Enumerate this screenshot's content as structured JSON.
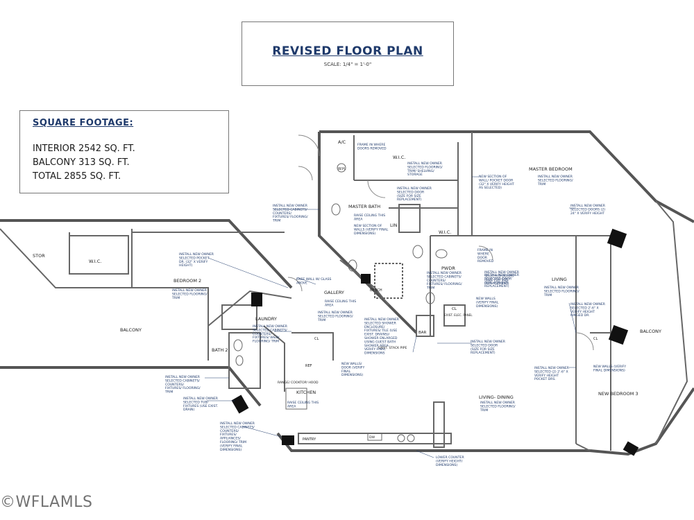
{
  "title": {
    "heading": "REVISED FLOOR PLAN",
    "scale": "SCALE: 1/4\" = 1'-0\""
  },
  "square_footage": {
    "heading": "SQUARE FOOTAGE:",
    "interior": "INTERIOR 2542 SQ. FT.",
    "balcony": "BALCONY 313 SQ. FT.",
    "total": "TOTAL 2855 SQ. FT."
  },
  "rooms": {
    "ac": "A/C",
    "wh": "W.H.",
    "wic_top": "W.I.C.",
    "master_bedroom": "MASTER BEDROOM",
    "master_bath": "MASTER BATH",
    "lin": "LIN",
    "wic_mid": "W.I.C.",
    "stor": "STOR",
    "wic_left": "W.I.C.",
    "bedroom2": "BEDROOM 2",
    "balcony_left": "BALCONY",
    "laundry": "LAUNDRY",
    "gallery": "GALLERY",
    "bench": "BENCH",
    "pwdr": "PWDR",
    "bar": "BAR",
    "cl_mid": "CL",
    "bath2": "BATH 2",
    "kitchen": "KITCHEN",
    "ref": "REF",
    "range": "RANGE/ COOKTOP/ HOOD",
    "pantry": "PANTRY",
    "dw": "DW",
    "living": "LIVING",
    "living_dining": "LIVING- DINING",
    "balcony_right": "BALCONY",
    "new_bedroom3": "NEW BEDROOM 3",
    "cl_right": "CL",
    "cl_left": "CL",
    "exist_elec_panel": "EXIST. ELEC. PANEL",
    "exist_stack_pipe": "EXIST. STACK PIPE"
  },
  "notes": {
    "n1": [
      "FRAME IN WHERE",
      "DOORS REMOVED"
    ],
    "n2": [
      "INSTALL NEW OWNER",
      "SELECTED FLOORING/",
      "TRIM/ SHELVING/",
      "STORAGE"
    ],
    "n3": [
      "NEW SECTION OF",
      "WALL/ POCKET DOOR",
      "(32\" X VERIFY HEIGHT",
      "AS SELECTED)"
    ],
    "n4": [
      "INSTALL NEW OWNER",
      "SELECTED FLOORING/",
      "TRIM"
    ],
    "n5": [
      "INSTALL NEW OWNER",
      "SELECTED DOOR",
      "(SIZE FOR SIZE",
      "REPLACEMENT)"
    ],
    "n6": [
      "INSTALL NEW OWNER",
      "SELECTED CABINETS/",
      "COUNTERS/",
      "FIXTURES/ FLOORING/",
      "TRIM"
    ],
    "n7": [
      "RAISE CEILING THIS",
      "AREA"
    ],
    "n8": [
      "NEW SECTION OF",
      "WALLS (VERIFY FINAL",
      "DIMENSIONS)"
    ],
    "n9": [
      "INSTALL NEW OWNER",
      "SELECTED DOORS (2)",
      "24\" X VERIFY HEIGHT"
    ],
    "n10": [
      "FRAME IN",
      "WHERE",
      "DOOR",
      "REMOVED"
    ],
    "n11": [
      "INSTALL NEW OWNER",
      "SELECTED DOORS",
      "(SIZE FOR SIZE",
      "REPLACEMENT)"
    ],
    "n12": [
      "INSTALL NEW OWNER",
      "SELECTED FLOORING/",
      "TRIM"
    ],
    "n13": [
      "INSTALL NEW OWNER",
      "SELECTED POCKET",
      "DR. (32\" X VERIFY",
      "HEIGHT)"
    ],
    "n14": [
      "KNEE WALL W/ GLASS",
      "ABOVE"
    ],
    "n15": [
      "INSTALL NEW OWNER",
      "SELECTED CABINETS/",
      "COUNTERS/",
      "FIXTURES/ FLOORING/",
      "TRIM"
    ],
    "n16": [
      "INSTALL NEW OWNER",
      "SELECTED DOOR",
      "(SIZE FOR SIZE",
      "REPLACEMENT)"
    ],
    "n17": [
      "NEW WALLS",
      "(VERIFY FINAL",
      "DIMENSIONS)"
    ],
    "n18": [
      "INSTALL NEW OWNER",
      "SELECTED FLOORING/",
      "TRIM"
    ],
    "n19": [
      "INSTALL NEW OWNER",
      "SELECTED 2'-6\" X",
      "VERIFY HEIGHT",
      "HINGED DR."
    ],
    "n20": [
      "RAISE CEILING THIS",
      "AREA"
    ],
    "n21": [
      "INSTALL NEW OWNER",
      "SELECTED FLOORING/",
      "TRIM"
    ],
    "n22": [
      "INSTALL NEW OWNER",
      "SELECTED SHOWER",
      "ENCLOSURE/",
      "FIXTURES/ TILE (USE",
      "EXIST. DRAINS)/",
      "SHOWER ENLARGED",
      "USING GUEST BATH",
      "SHOWER AREA-",
      "VERIFY FINAL",
      "DIMENSIONS"
    ],
    "n23": [
      "INSTALL NEW OWNER",
      "SELECTED CABINETS/",
      "COUNTERS/",
      "FIXTURES/ W&D/",
      "FLOORING/ TRIM"
    ],
    "n24": [
      "INSTALL NEW OWNER",
      "SELECTED DOOR",
      "(SIZE FOR SIZE",
      "REPLACEMENT)"
    ],
    "n25": [
      "INSTALL NEW OWNER",
      "SELECTED (2) 2'-6\" X",
      "VERIFY HEIGHT",
      "POCKET DRS."
    ],
    "n26": [
      "NEW WALLS (VERIFY",
      "FINAL DIMENSIONS)"
    ],
    "n27": [
      "NEW WALLS/",
      "DOOR (VERIFY",
      "FINAL",
      "DIMENSIONS)"
    ],
    "n28": [
      "INSTALL NEW OWNER",
      "SELECTED CABINETS/",
      "COUNTERS/",
      "FIXTURES/ FLOORING/",
      "TRIM"
    ],
    "n29": [
      "INSTALL NEW OWNER",
      "SELECTED TUB/",
      "FIXTURES (USE EXIST.",
      "DRAIN)"
    ],
    "n30": [
      "RAISE CEILING THIS",
      "AREA"
    ],
    "n31": [
      "INSTALL NEW OWNER",
      "SELECTED CABINETS/",
      "COUNTERS/",
      "FIXTURES/",
      "APPLIANCES/",
      "FLOORING/ TRIM",
      "(VERIFY FINAL",
      "DIMENSIONS)"
    ],
    "n32": [
      "INSTALL NEW OWNER",
      "SELECTED FLOORING/",
      "TRIM"
    ],
    "n33": [
      "LOWER COUNTER",
      "(VERIFY HEIGHT/",
      "DIMENSIONS)"
    ]
  },
  "watermark": "©WFLAMLS"
}
